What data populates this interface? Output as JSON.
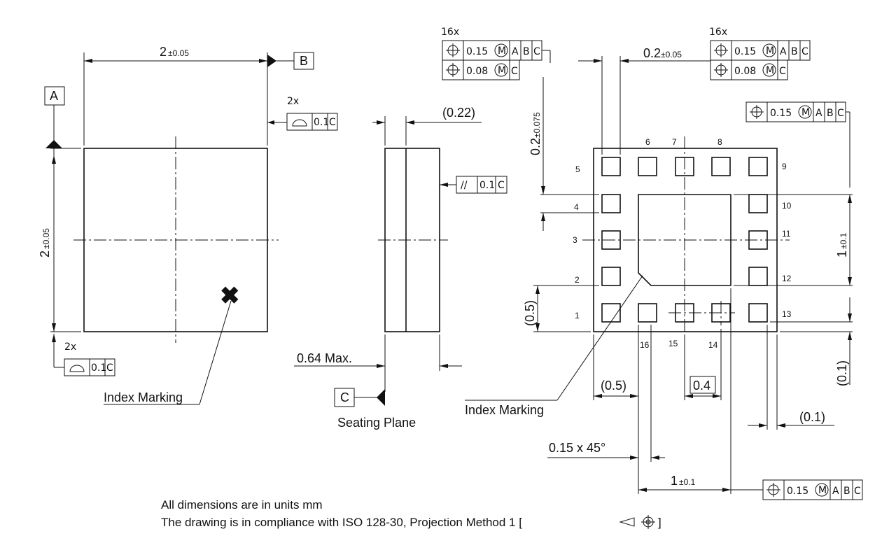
{
  "datums": {
    "a": "A",
    "b": "B",
    "c": "C"
  },
  "top_view": {
    "width_nominal": "2",
    "width_tol": "±0.05",
    "height_nominal": "2",
    "height_tol": "±0.05",
    "count_top": "2x",
    "count_bottom": "2x",
    "flat_value": "0.1",
    "flat_datum": "C",
    "index_marking": "Index Marking"
  },
  "side_view": {
    "cap_dim": "(0.22)",
    "parallel_symbol": "//",
    "parallel_value": "0.1",
    "parallel_datum": "C",
    "max_height": "0.64 Max.",
    "seating_plane": "Seating Plane"
  },
  "bottom_view": {
    "fcf_count_left": "16x",
    "fcf_count_right": "16x",
    "fcf_pos": {
      "v1": "0.15",
      "m": "M",
      "d1": "A",
      "d2": "B",
      "d3": "C"
    },
    "fcf_pos2": {
      "v1": "0.08",
      "m": "M",
      "d1": "C"
    },
    "pad_width_nominal": "0.2",
    "pad_width_tol": "±0.05",
    "pad_len_nominal": "0.2",
    "pad_len_tol": "±0.075",
    "pad_pitch_offset_v": "(0.5)",
    "pad_pitch_offset_h": "(0.5)",
    "pitch": "0.4",
    "epad_h_nominal": "1",
    "epad_h_tol": "±0.1",
    "epad_w_nominal": "1",
    "epad_w_tol": "±0.1",
    "edge_v": "(0.1)",
    "edge_h": "(0.1)",
    "chamfer": "0.15 x 45°",
    "index_marking": "Index Marking",
    "pins": [
      "1",
      "2",
      "3",
      "4",
      "5",
      "6",
      "7",
      "8",
      "9",
      "10",
      "11",
      "12",
      "13",
      "14",
      "15",
      "16"
    ]
  },
  "notes": {
    "line1": "All dimensions are in units mm",
    "line2_prefix": "The drawing is in compliance with ISO 128-30, Projection Method 1 [",
    "line2_suffix": "]"
  }
}
